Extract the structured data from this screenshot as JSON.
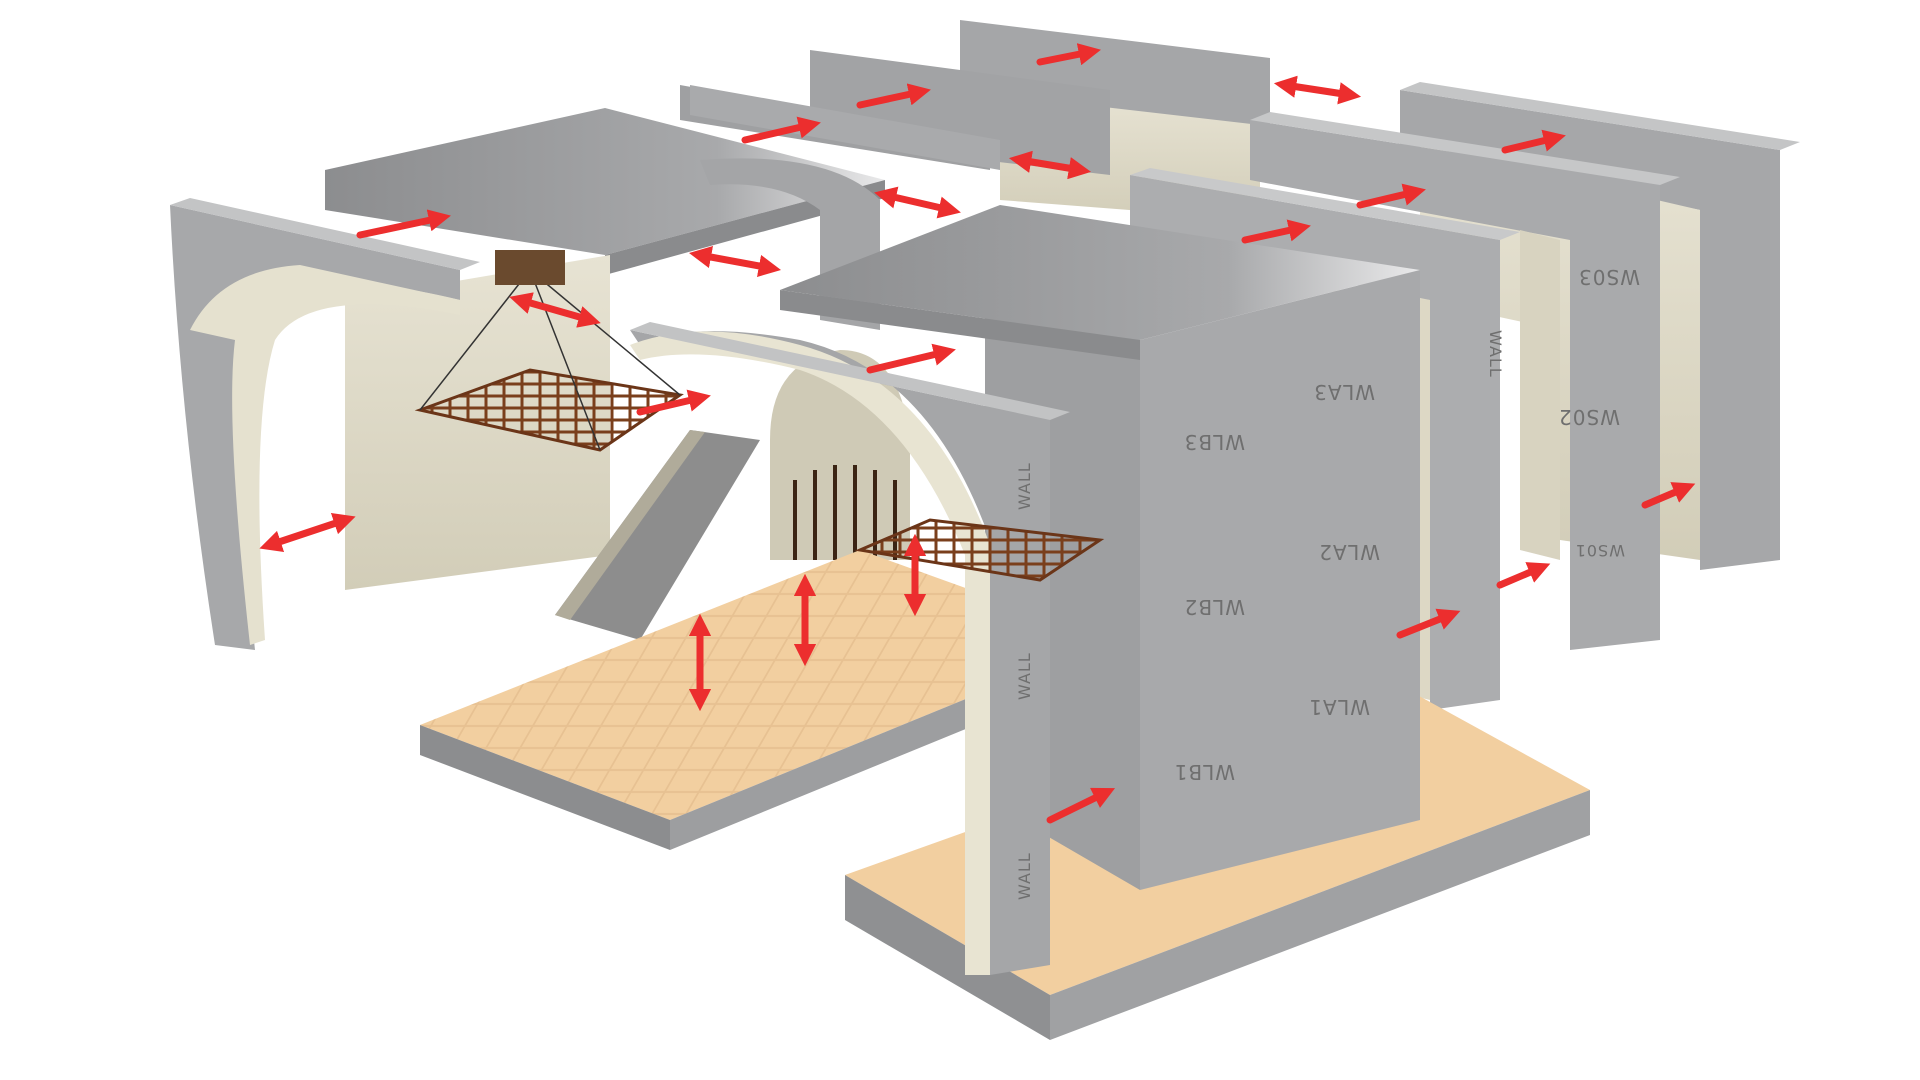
{
  "diagram": {
    "labels": {
      "front_block": [
        "WLB3",
        "WLB2",
        "WLB1",
        "WLA3",
        "WLA2",
        "WLA1"
      ],
      "right_block": [
        "WS03",
        "WS02",
        "WS01"
      ],
      "arch_faces": [
        "WALL",
        "WALL",
        "WALL",
        "WALL"
      ]
    },
    "colors": {
      "concrete_face": "#a9a9ab",
      "concrete_top": "#8f9091",
      "rock_surface": "#ddd9c8",
      "arch_trim": "#e8e4d2",
      "floor_sand": "#f2cfa0",
      "grate_rust": "#7a3f1c",
      "arrow_red": "#ec2e2e"
    }
  }
}
